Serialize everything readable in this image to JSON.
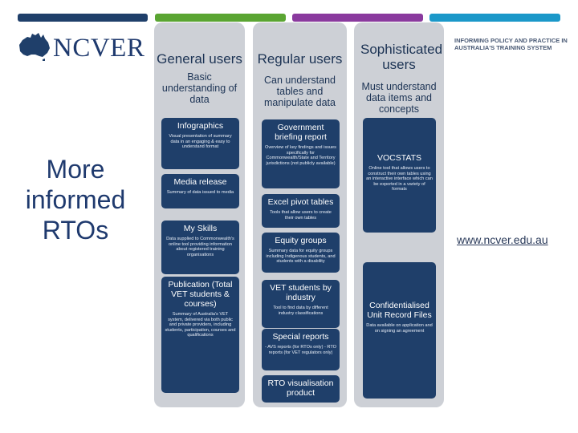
{
  "header": {
    "brand_name": "NCVER",
    "tagline": "INFORMING POLICY AND PRACTICE IN AUSTRALIA'S TRAINING SYSTEM",
    "bar_colors": [
      "#1f3f6a",
      "#5aa532",
      "#8a3a9e",
      "#1b98c9"
    ]
  },
  "side_text": "More informed RTOs",
  "url": "www.ncver.edu.au",
  "columns": [
    {
      "title": "General users",
      "subtitle": "Basic understanding of data",
      "boxes": [
        {
          "title": "Infographics",
          "desc": "Visual presentation of summary data in an engaging & easy to understand format"
        },
        {
          "title": "Media release",
          "desc": "Summary of data issued to media"
        },
        {
          "title": "My Skills",
          "desc": "Data supplied to Commonwealth's online tool providing information about registered training organisations"
        },
        {
          "title": "Publication (Total VET students & courses)",
          "desc": "Summary of Australia's VET system, delivered via both public and private providers, including students, participation, courses and qualifications"
        }
      ]
    },
    {
      "title": "Regular users",
      "subtitle": "Can understand tables and manipulate data",
      "boxes": [
        {
          "title": "Government briefing report",
          "desc": "Overview of key findings and issues specifically for Commonwealth/State and Territory jurisdictions (not publicly available)"
        },
        {
          "title": "Excel pivot tables",
          "desc": "Tools that allow users to create their own tables"
        },
        {
          "title": "Equity groups",
          "desc": "Summary data for equity groups including Indigenous students, and students with a disability"
        },
        {
          "title": "VET students by industry",
          "desc": "Tool to find data by different industry classifications"
        },
        {
          "title": "Special reports",
          "desc": "- AVS reports (for RTOs only) - RTO reports (for VET regulators only)"
        },
        {
          "title": "RTO visualisation product",
          "desc": ""
        }
      ]
    },
    {
      "title": "Sophisticated users",
      "subtitle": "Must understand data items and concepts",
      "boxes": [
        {
          "title": "VOCSTATS",
          "desc": "Online tool that allows users to construct their own tables using an interactive interface which can be exported in a variety of formats"
        },
        {
          "title": "Confidentialised Unit Record Files",
          "desc": "Data available on application and on signing an agreement"
        }
      ]
    }
  ]
}
